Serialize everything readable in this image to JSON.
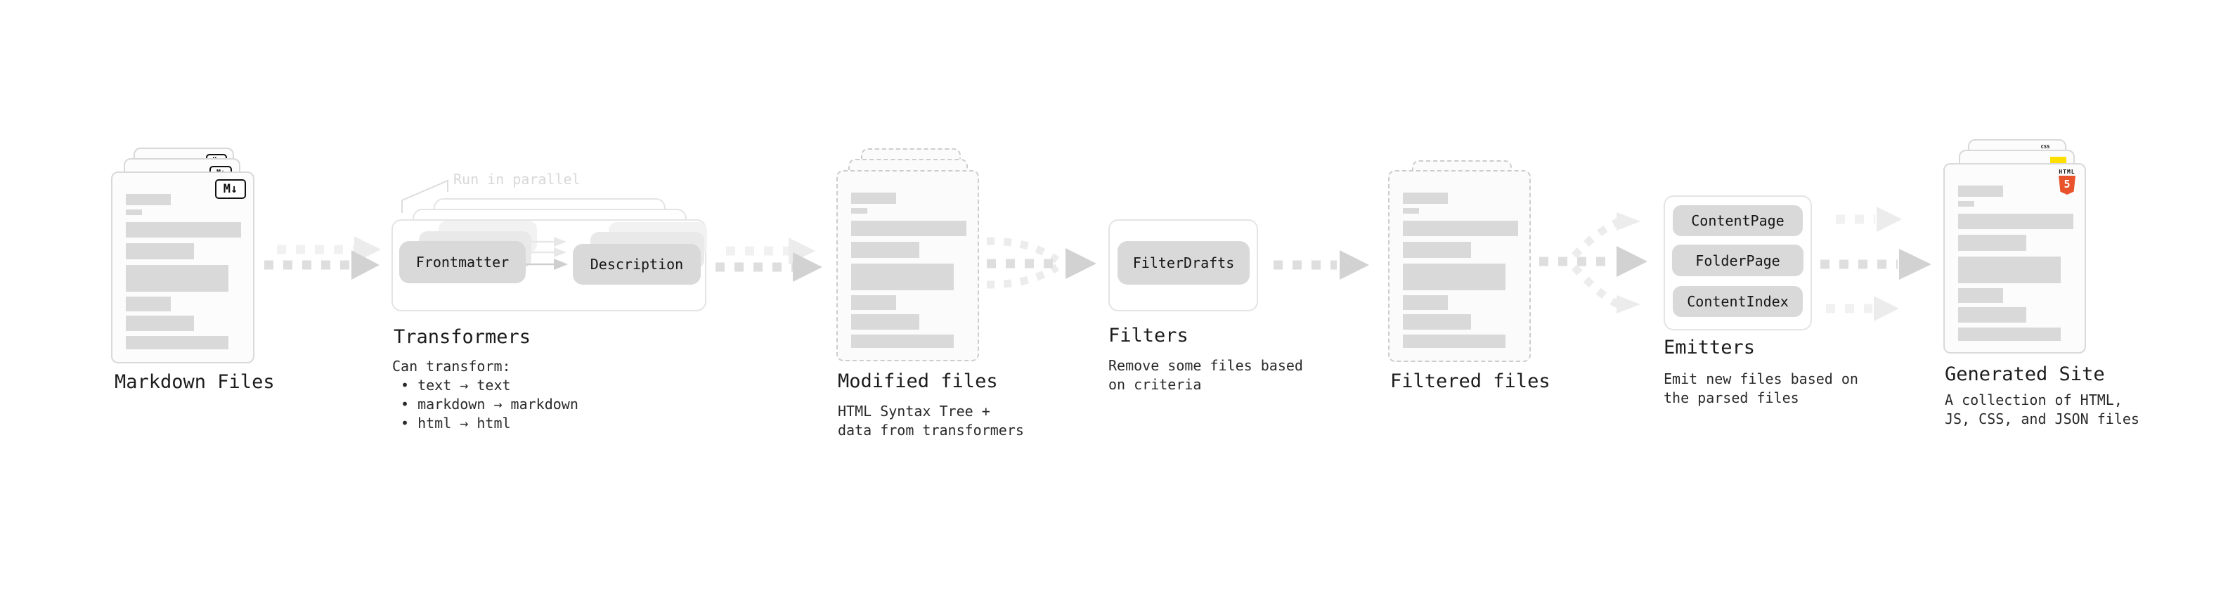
{
  "stages": [
    {
      "name": "markdown-files",
      "title": "Markdown Files",
      "badge": "M↓"
    },
    {
      "name": "transformers",
      "title": "Transformers",
      "annotation": "Run in parallel",
      "pills": [
        "Frontmatter",
        "Description"
      ],
      "desc": [
        "Can transform:",
        "• text → text",
        "• markdown → markdown",
        "• html → html"
      ]
    },
    {
      "name": "modified-files",
      "title": "Modified files",
      "desc": [
        "HTML Syntax Tree +",
        "data from transformers"
      ]
    },
    {
      "name": "filters",
      "title": "Filters",
      "pills": [
        "FilterDrafts"
      ],
      "desc": [
        "Remove some files based",
        "on criteria"
      ]
    },
    {
      "name": "filtered-files",
      "title": "Filtered files"
    },
    {
      "name": "emitters",
      "title": "Emitters",
      "pills": [
        "ContentPage",
        "FolderPage",
        "ContentIndex"
      ],
      "desc": [
        "Emit new files based on",
        "the parsed files"
      ]
    },
    {
      "name": "generated-site",
      "title": "Generated Site",
      "badges": {
        "css": "CSS",
        "html_label": "HTML",
        "html_number": "5"
      },
      "desc": [
        "A collection of HTML,",
        "JS, CSS, and JSON files"
      ]
    }
  ],
  "colors": {
    "markdown_badge": "#111111",
    "html5_orange": "#e8532c",
    "js_yellow": "#ffdf00",
    "css_blue": "#2f6fed",
    "pill_bg": "#d9d9d9",
    "doc_border": "#d9d9d9",
    "dashed_border": "#cdcdcd",
    "arrow_dark": "#d2d2d2",
    "arrow_light": "#ececec",
    "annotation_text": "#d8d8d8",
    "label_text": "#1c1c1c"
  }
}
